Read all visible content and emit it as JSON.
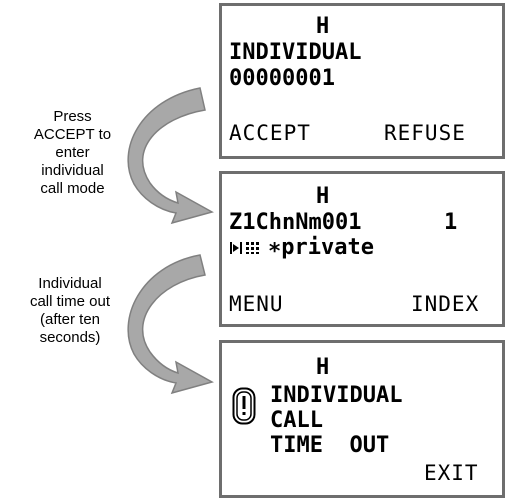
{
  "screen1": {
    "header": "H",
    "line1": "INDIVIDUAL",
    "line2": "00000001",
    "softkey_left": "ACCEPT",
    "softkey_right": "REFUSE"
  },
  "screen2": {
    "header": "H",
    "channel_name": "Z1ChnNm001",
    "channel_number": "1",
    "status_text": "∗private",
    "softkey_left": "MENU",
    "softkey_right": "INDEX"
  },
  "screen3": {
    "header": "H",
    "line1": "INDIVIDUAL",
    "line2": "CALL",
    "line3": "TIME  OUT",
    "softkey_right": "EXIT"
  },
  "captions": {
    "accept": [
      "Press",
      "ACCEPT to",
      "enter",
      "individual",
      "call mode"
    ],
    "timeout": [
      "Individual",
      "call time out",
      "(after ten",
      "seconds)"
    ]
  },
  "icons": {
    "status_icon": "scan-grid-icon",
    "alert_icon": "exclamation-alert-icon"
  },
  "colors": {
    "border": "#6e6e6e",
    "arrow_fill": "#a8a8a8",
    "arrow_stroke": "#808080"
  }
}
